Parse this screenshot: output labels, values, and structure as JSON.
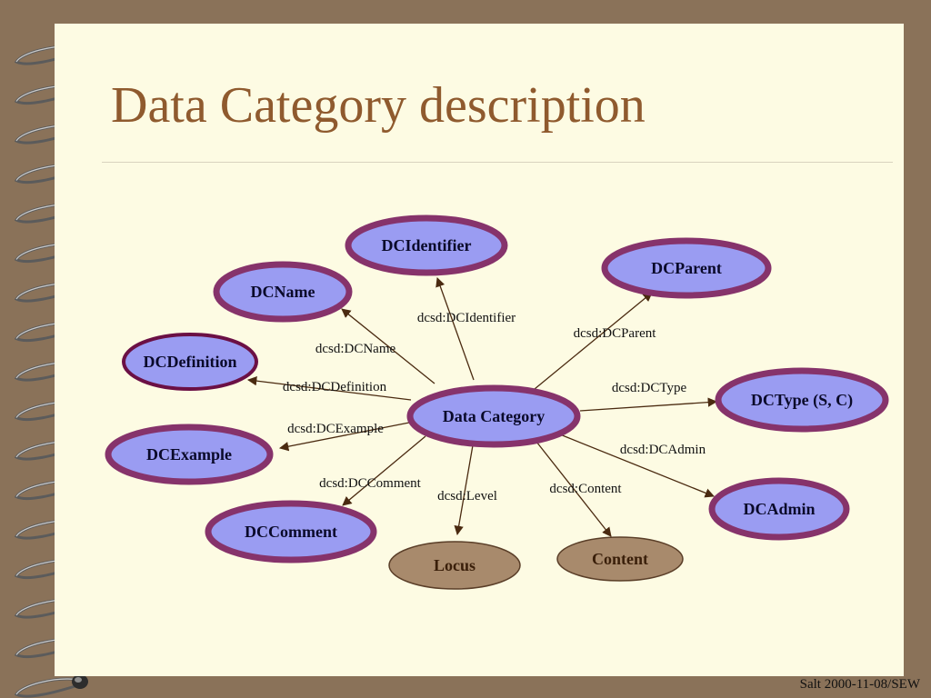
{
  "slide": {
    "title": "Data Category description",
    "footer": "Salt 2000-11-08/SEW"
  },
  "colors": {
    "background": "#8a7259",
    "page": "#fdfbe3",
    "title": "#8f5a2e",
    "node_fill": "#9a9cf2",
    "node_ring": "#86336b",
    "definition_ring": "#6b1045",
    "literal_fill": "#a88a6c",
    "literal_stroke": "#5a3e28"
  },
  "nodes": [
    {
      "id": "data-category",
      "label": "Data Category",
      "kind": "class"
    },
    {
      "id": "dcidentifier",
      "label": "DCIdentifier",
      "kind": "class"
    },
    {
      "id": "dcparent",
      "label": "DCParent",
      "kind": "class"
    },
    {
      "id": "dcname",
      "label": "DCName",
      "kind": "class"
    },
    {
      "id": "dcdefinition",
      "label": "DCDefinition",
      "kind": "class"
    },
    {
      "id": "dctype",
      "label": "DCType (S, C)",
      "kind": "class"
    },
    {
      "id": "dcexample",
      "label": "DCExample",
      "kind": "class"
    },
    {
      "id": "dcadmin",
      "label": "DCAdmin",
      "kind": "class"
    },
    {
      "id": "dccomment",
      "label": "DCComment",
      "kind": "class"
    },
    {
      "id": "locus",
      "label": "Locus",
      "kind": "literal"
    },
    {
      "id": "content",
      "label": "Content",
      "kind": "literal"
    }
  ],
  "edges": [
    {
      "from": "data-category",
      "to": "dcidentifier",
      "label": "dcsd:DCIdentifier"
    },
    {
      "from": "data-category",
      "to": "dcparent",
      "label": "dcsd:DCParent"
    },
    {
      "from": "data-category",
      "to": "dcname",
      "label": "dcsd:DCName"
    },
    {
      "from": "data-category",
      "to": "dcdefinition",
      "label": "dcsd:DCDefinition"
    },
    {
      "from": "data-category",
      "to": "dctype",
      "label": "dcsd:DCType"
    },
    {
      "from": "data-category",
      "to": "dcexample",
      "label": "dcsd:DCExample"
    },
    {
      "from": "data-category",
      "to": "dcadmin",
      "label": "dcsd:DCAdmin"
    },
    {
      "from": "data-category",
      "to": "dccomment",
      "label": "dcsd:DCComment"
    },
    {
      "from": "data-category",
      "to": "locus",
      "label": "dcsd:Level"
    },
    {
      "from": "data-category",
      "to": "content",
      "label": "dcsd:Content"
    }
  ]
}
